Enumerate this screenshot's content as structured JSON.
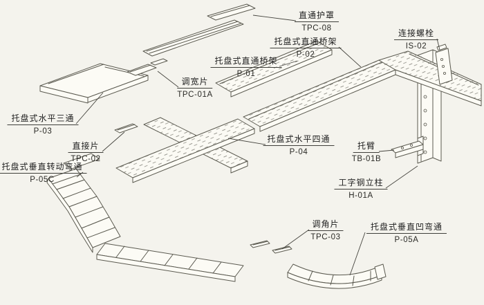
{
  "diagram": {
    "background": "#f4f3ed",
    "line_color": "#5a594f",
    "text_color": "#1f1f1f",
    "labels": [
      {
        "id": "tpc-08",
        "name": "直通护罩",
        "code": "TPC-08"
      },
      {
        "id": "is-02",
        "name": "连接螺栓",
        "code": "IS-02"
      },
      {
        "id": "p-02",
        "name": "托盘式直通桥架",
        "code": "P-02"
      },
      {
        "id": "p-01",
        "name": "托盘式直通桥架",
        "code": "P-01"
      },
      {
        "id": "tpc-01a",
        "name": "调宽片",
        "code": "TPC-01A"
      },
      {
        "id": "p-03",
        "name": "托盘式水平三通",
        "code": "P-03"
      },
      {
        "id": "tpc-02",
        "name": "直接片",
        "code": "TPC-02"
      },
      {
        "id": "p-05c",
        "name": "托盘式垂直转动弯通",
        "code": "P-05C"
      },
      {
        "id": "p-04",
        "name": "托盘式水平四通",
        "code": "P-04"
      },
      {
        "id": "tb-01b",
        "name": "托臂",
        "code": "TB-01B"
      },
      {
        "id": "h-01a",
        "name": "工字钢立柱",
        "code": "H-01A"
      },
      {
        "id": "tpc-03",
        "name": "调角片",
        "code": "TPC-03"
      },
      {
        "id": "p-05a",
        "name": "托盘式垂直凹弯通",
        "code": "P-05A"
      }
    ]
  }
}
